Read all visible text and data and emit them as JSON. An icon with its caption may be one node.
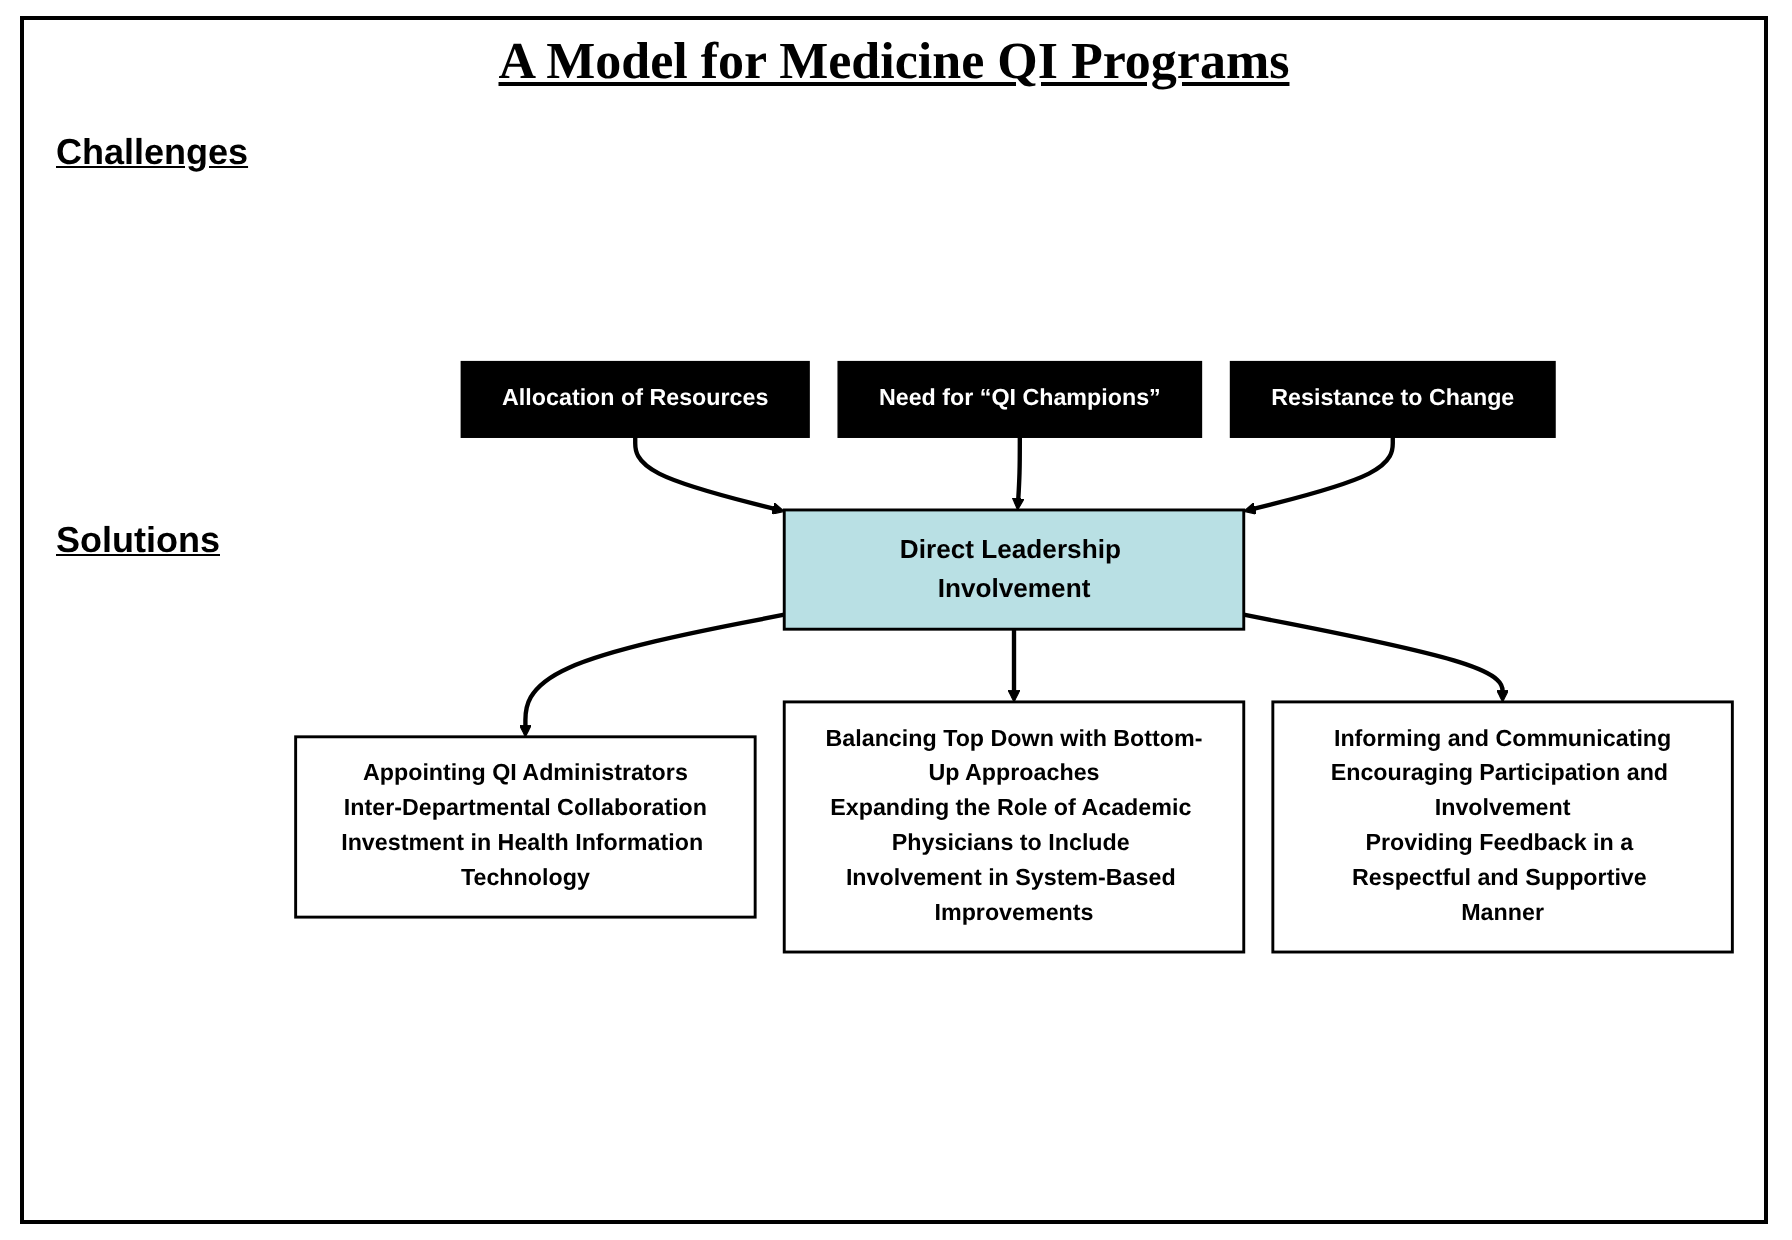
{
  "diagram": {
    "title": "A Model for Medicine QI Programs",
    "nodes": [
      {
        "text": [
          "Allocation of Resources"
        ]
      },
      {
        "text": [
          "Need for “QI Champions”"
        ]
      },
      {
        "text": [
          "Resistance to Change"
        ]
      },
      {
        "text": [
          "Direct Leadership Involvement"
        ]
      },
      {
        "text": [
          "Appointing QI Administrators",
          "Inter-Departmental Collaboration",
          "Investment in Health Information Technology"
        ]
      },
      {
        "text": [
          "Balancing Top Down with Bottom-Up Approaches",
          "Expanding the Role of Academic Physicians to Include Involvement in System-Based Improvements"
        ]
      },
      {
        "text": [
          "Informing and Communicating",
          "Encouraging Participation and Involvement",
          "Providing Feedback in a Respectful and Supportive Manner"
        ]
      }
    ],
    "edges": [
      {
        "from": 0,
        "to": 3,
        "arrow": "to"
      },
      {
        "from": 1,
        "to": 3,
        "arrow": "to"
      },
      {
        "from": 2,
        "to": 3,
        "arrow": "to"
      },
      {
        "from": 3,
        "to": 4,
        "arrow": "to"
      },
      {
        "from": 3,
        "to": 5,
        "arrow": "to"
      },
      {
        "from": 3,
        "to": 6,
        "arrow": "to"
      }
    ],
    "labels": [
      "Challenges",
      "Solutions"
    ]
  }
}
